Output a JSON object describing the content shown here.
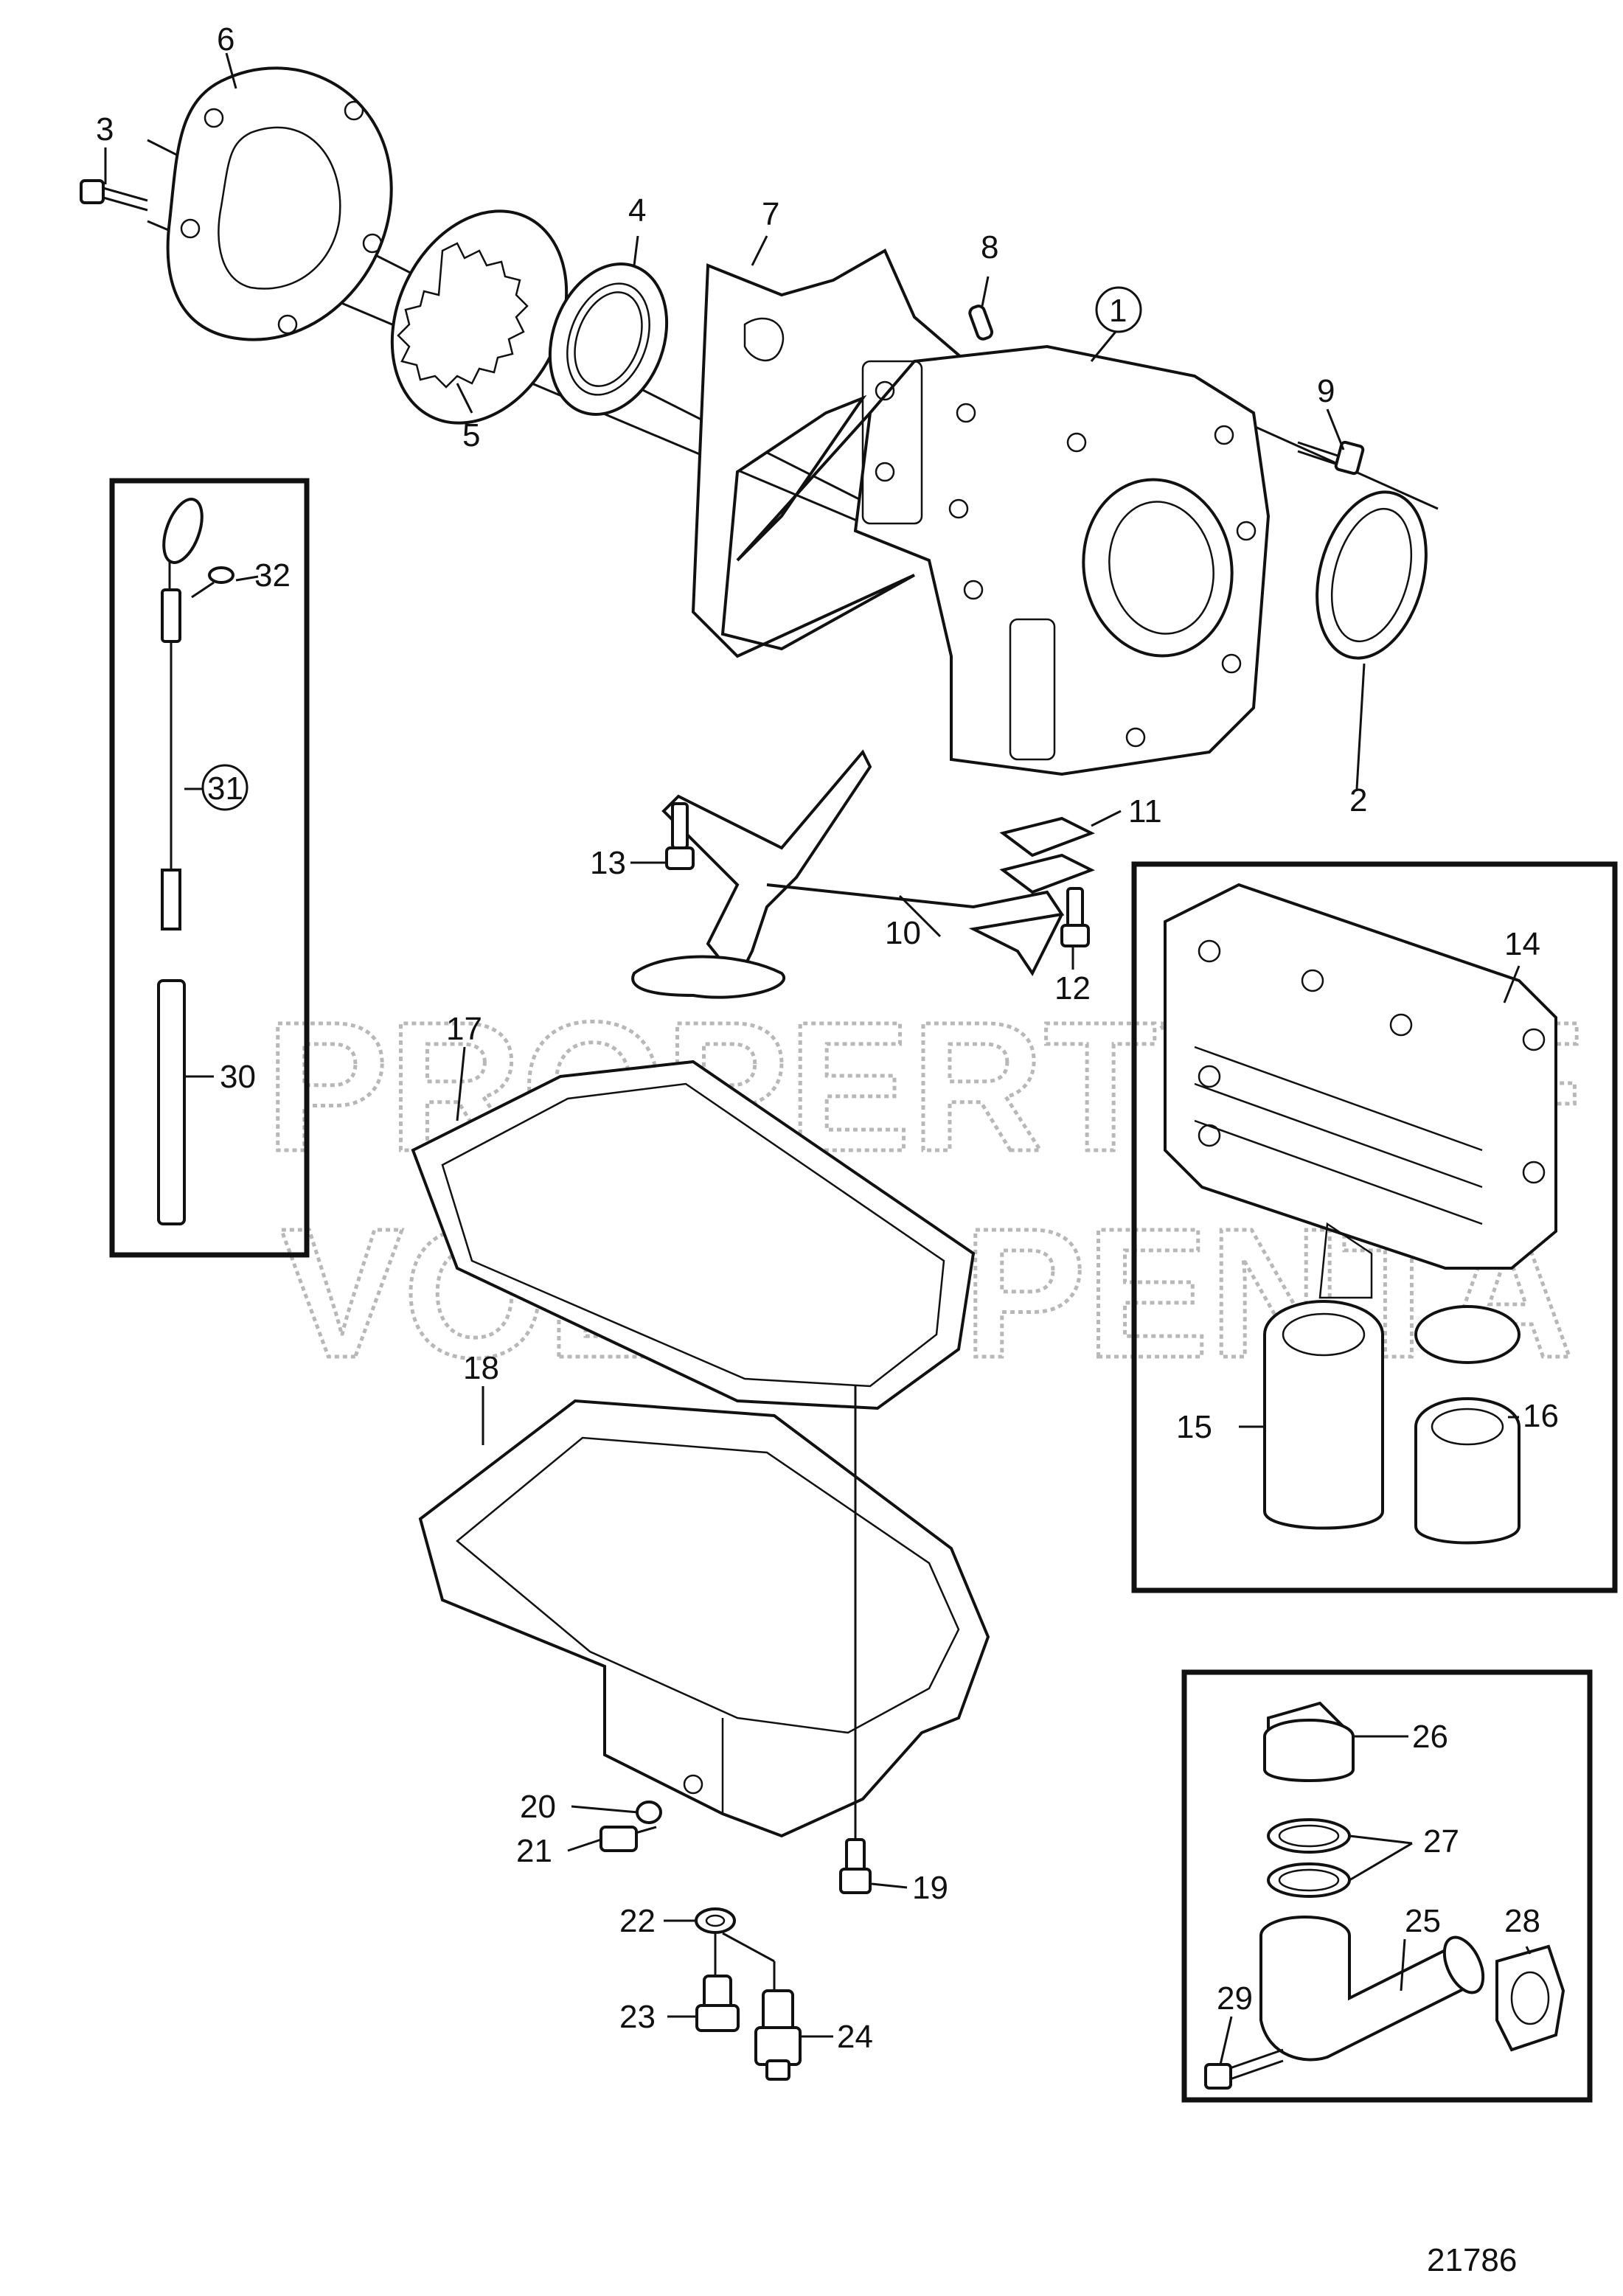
{
  "diagram": {
    "figure_number": "21786",
    "watermark": [
      "PROPERTY OF",
      "VOLVO PENTA"
    ],
    "callouts": {
      "c1": "1",
      "c2": "2",
      "c3": "3",
      "c4": "4",
      "c5": "5",
      "c6": "6",
      "c7": "7",
      "c8": "8",
      "c9": "9",
      "c10": "10",
      "c11": "11",
      "c12": "12",
      "c13": "13",
      "c14": "14",
      "c15": "15",
      "c16": "16",
      "c17": "17",
      "c18": "18",
      "c19": "19",
      "c20": "20",
      "c21": "21",
      "c22": "22",
      "c23": "23",
      "c24": "24",
      "c25": "25",
      "c26": "26",
      "c27": "27",
      "c28": "28",
      "c29": "29",
      "c30": "30",
      "c31": "31",
      "c32": "32"
    }
  }
}
